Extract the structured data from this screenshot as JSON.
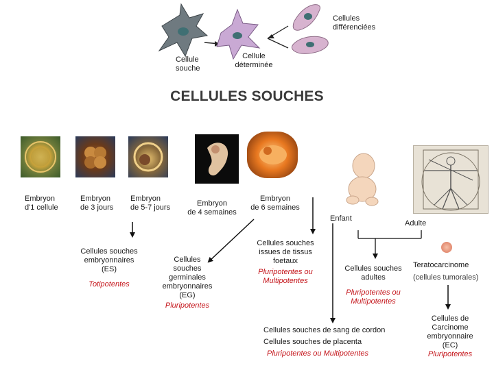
{
  "title": "CELLULES SOUCHES",
  "top_cells": {
    "stem": [
      "Cellule",
      "souche"
    ],
    "determined": [
      "Cellule",
      "déterminée"
    ],
    "differentiated": [
      "Cellules",
      "différenciées"
    ]
  },
  "stages": {
    "emb1": [
      "Embryon",
      "d'1 cellule"
    ],
    "emb3": [
      "Embryon",
      "de 3 jours"
    ],
    "emb57": [
      "Embryon",
      "de 5-7 jours"
    ],
    "emb4w": [
      "Embryon",
      "de 4 semaines"
    ],
    "emb6w": [
      "Embryon",
      "de 6 semaines"
    ],
    "child": "Enfant",
    "adult": "Adulte"
  },
  "groups": {
    "es": {
      "lines": [
        "Cellules souches",
        "embryonnaires",
        "(ES)"
      ],
      "potency": "Totipotentes"
    },
    "eg": {
      "lines": [
        "Cellules",
        "souches",
        "germinales",
        "embryonnaires",
        "(EG)"
      ],
      "potency": "Pluripotentes"
    },
    "fetal": {
      "lines": [
        "Cellules souches",
        "issues de tissus",
        "foetaux"
      ],
      "potency": [
        "Pluripotentes ou",
        "Multipotentes"
      ]
    },
    "adult": {
      "lines": [
        "Cellules souches",
        "adultes"
      ],
      "potency": [
        "Pluripotentes ou",
        "Multipotentes"
      ]
    },
    "terato": {
      "title": "Teratocarcinome",
      "note": "(cellules tumorales)"
    },
    "ec": {
      "lines": [
        "Cellules de",
        "Carcinome",
        "embryonnaire",
        "(EC)"
      ],
      "potency": "Pluripotentes"
    },
    "cord": {
      "lines": [
        "Cellules souches de sang de cordon",
        "Cellules souches de placenta"
      ],
      "potency": "Pluripotentes ou Multipotentes"
    }
  },
  "colors": {
    "potency_red": "#c4141a",
    "stem_cell": "#6f7a80",
    "determined_cell": "#c9a9d4",
    "differentiated_cell": "#d7b3cf",
    "nucleus": "#3f6f73"
  }
}
